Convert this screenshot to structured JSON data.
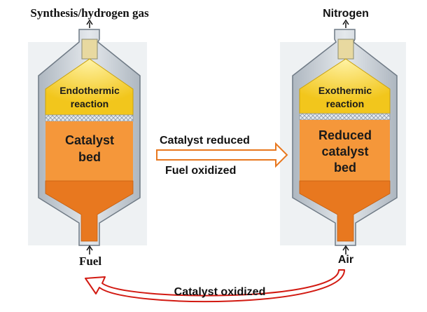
{
  "left_reactor": {
    "top_output": "Synthesis/hydrogen gas",
    "upper_zone": [
      "Endothermic",
      "reaction"
    ],
    "bed": [
      "Catalyst",
      "bed"
    ],
    "bottom_input": "Fuel"
  },
  "right_reactor": {
    "top_output": "Nitrogen",
    "upper_zone": [
      "Exothermic",
      "reaction"
    ],
    "bed": [
      "Reduced",
      "catalyst",
      "bed"
    ],
    "bottom_input": "Air"
  },
  "middle_arrow": {
    "line1": "Catalyst reduced",
    "line2": "Fuel oxidized"
  },
  "return_arrow": {
    "label": "Catalyst oxidized"
  },
  "colors": {
    "shell": "#c8cfd6",
    "shell_outline": "#7a8590",
    "gas_zone": "#f2c61c",
    "bed": "#f5973a",
    "bottom": "#e8781f",
    "grid": "#9aa7b4",
    "right_arrow": "#e8781f",
    "return_arrow": "#d21a12"
  }
}
